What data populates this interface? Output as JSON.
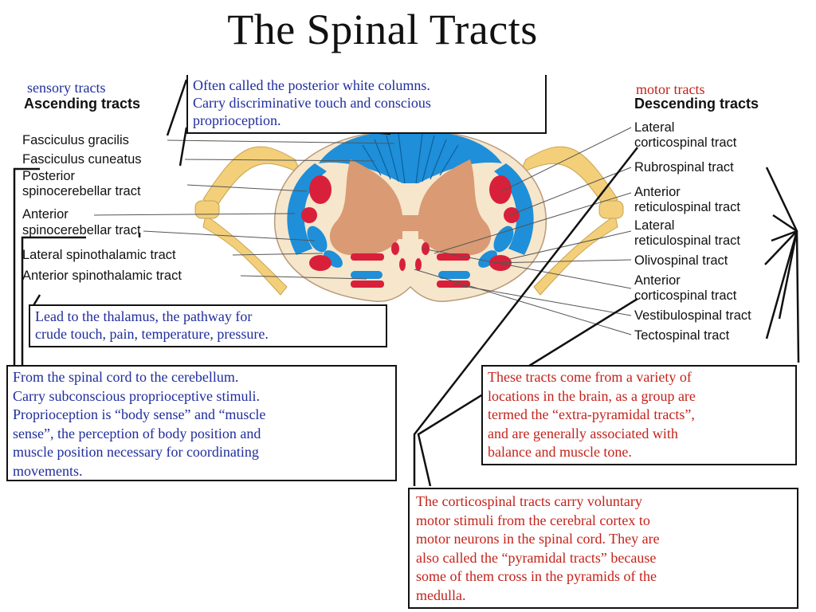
{
  "title": "The Spinal Tracts",
  "left": {
    "category": "sensory tracts",
    "heading": "Ascending tracts",
    "labels": [
      "Fasciculus gracilis",
      "Fasciculus cuneatus",
      "Posterior",
      "spinocerebellar tract",
      "Anterior",
      "spinocerebellar tract",
      "Lateral spinothalamic tract",
      "Anterior spinothalamic tract"
    ]
  },
  "right": {
    "category": "motor tracts",
    "heading": "Descending tracts",
    "labels": [
      "Lateral",
      "corticospinal tract",
      "Rubrospinal tract",
      "Anterior",
      "reticulospinal tract",
      "Lateral",
      "reticulospinal tract",
      "Olivospinal tract",
      "Anterior",
      "corticospinal tract",
      "Vestibulospinal tract",
      "Tectospinal tract"
    ]
  },
  "notes": {
    "posterior_columns": [
      "Often called the posterior white columns.",
      "Carry discriminative touch and conscious",
      "proprioception."
    ],
    "thalamus": [
      "Lead to the thalamus, the pathway for",
      "crude touch, pain, temperature, pressure."
    ],
    "cerebellum": [
      "From the spinal cord to the cerebellum.",
      "Carry subconscious proprioceptive stimuli.",
      "Proprioception is “body sense” and “muscle",
      "sense”, the perception of body position and",
      "muscle position necessary for coordinating",
      "movements."
    ],
    "extrapyramidal": [
      "These tracts come from a variety of",
      "locations in the brain, as a group are",
      "termed the “extra-pyramidal tracts”,",
      "and are generally associated with",
      "balance and muscle tone."
    ],
    "corticospinal": [
      "The corticospinal tracts carry voluntary",
      "motor stimuli from the cerebral cortex to",
      "motor neurons in the spinal cord.  They are",
      "also called the “pyramidal tracts” because",
      "some of them cross in the pyramids of the",
      "medulla."
    ]
  },
  "colors": {
    "white_matter_ascending": "#1e8fd8",
    "tract_red": "#d8203a",
    "gray_matter": "#d99a74",
    "white_matter": "#f6e6cc",
    "nerve_roots": "#f3cf7a",
    "note_blue": "#1f2d9c",
    "note_red": "#c4221a"
  }
}
